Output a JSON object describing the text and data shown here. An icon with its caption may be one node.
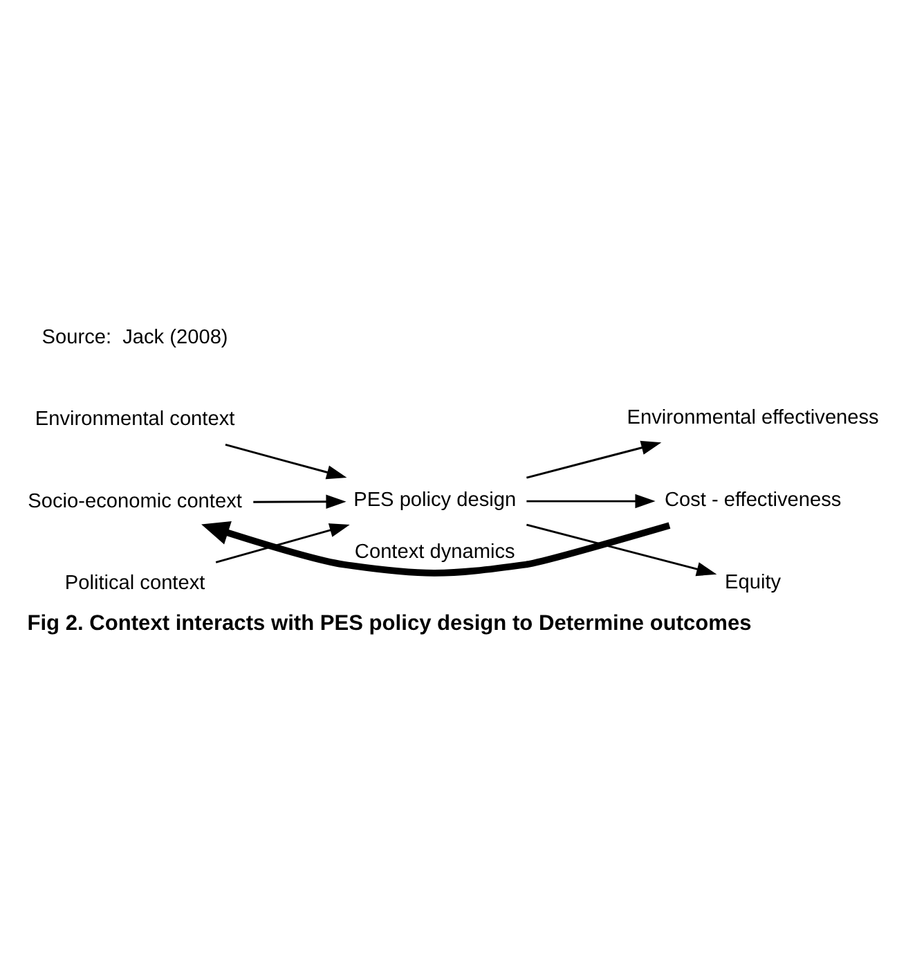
{
  "diagram": {
    "caption": "Fig 2. Context interacts with PES policy design to Determine outcomes",
    "nodes": [
      {
        "text": [
          "Environmental context"
        ]
      },
      {
        "text": [
          "Socio-economic context"
        ]
      },
      {
        "text": [
          "Political context"
        ]
      },
      {
        "text": [
          "PES policy design"
        ]
      },
      {
        "text": [
          "Environmental effectiveness"
        ]
      },
      {
        "text": [
          "Cost - effectiveness"
        ]
      },
      {
        "text": [
          "Equity"
        ]
      }
    ],
    "edges": [
      {
        "from": 0,
        "to": 3,
        "arrow": "to"
      },
      {
        "from": 1,
        "to": 3,
        "arrow": "to"
      },
      {
        "from": 2,
        "to": 3,
        "arrow": "to"
      },
      {
        "from": 3,
        "to": 4,
        "arrow": "to"
      },
      {
        "from": 3,
        "to": 5,
        "arrow": "to"
      },
      {
        "from": 3,
        "to": 6,
        "arrow": "to"
      },
      {
        "from": 5,
        "to": 1,
        "arrow": "to",
        "label": "Context dynamics",
        "style": "thick"
      }
    ],
    "labels": [
      "Source:  Jack (2008)"
    ]
  }
}
